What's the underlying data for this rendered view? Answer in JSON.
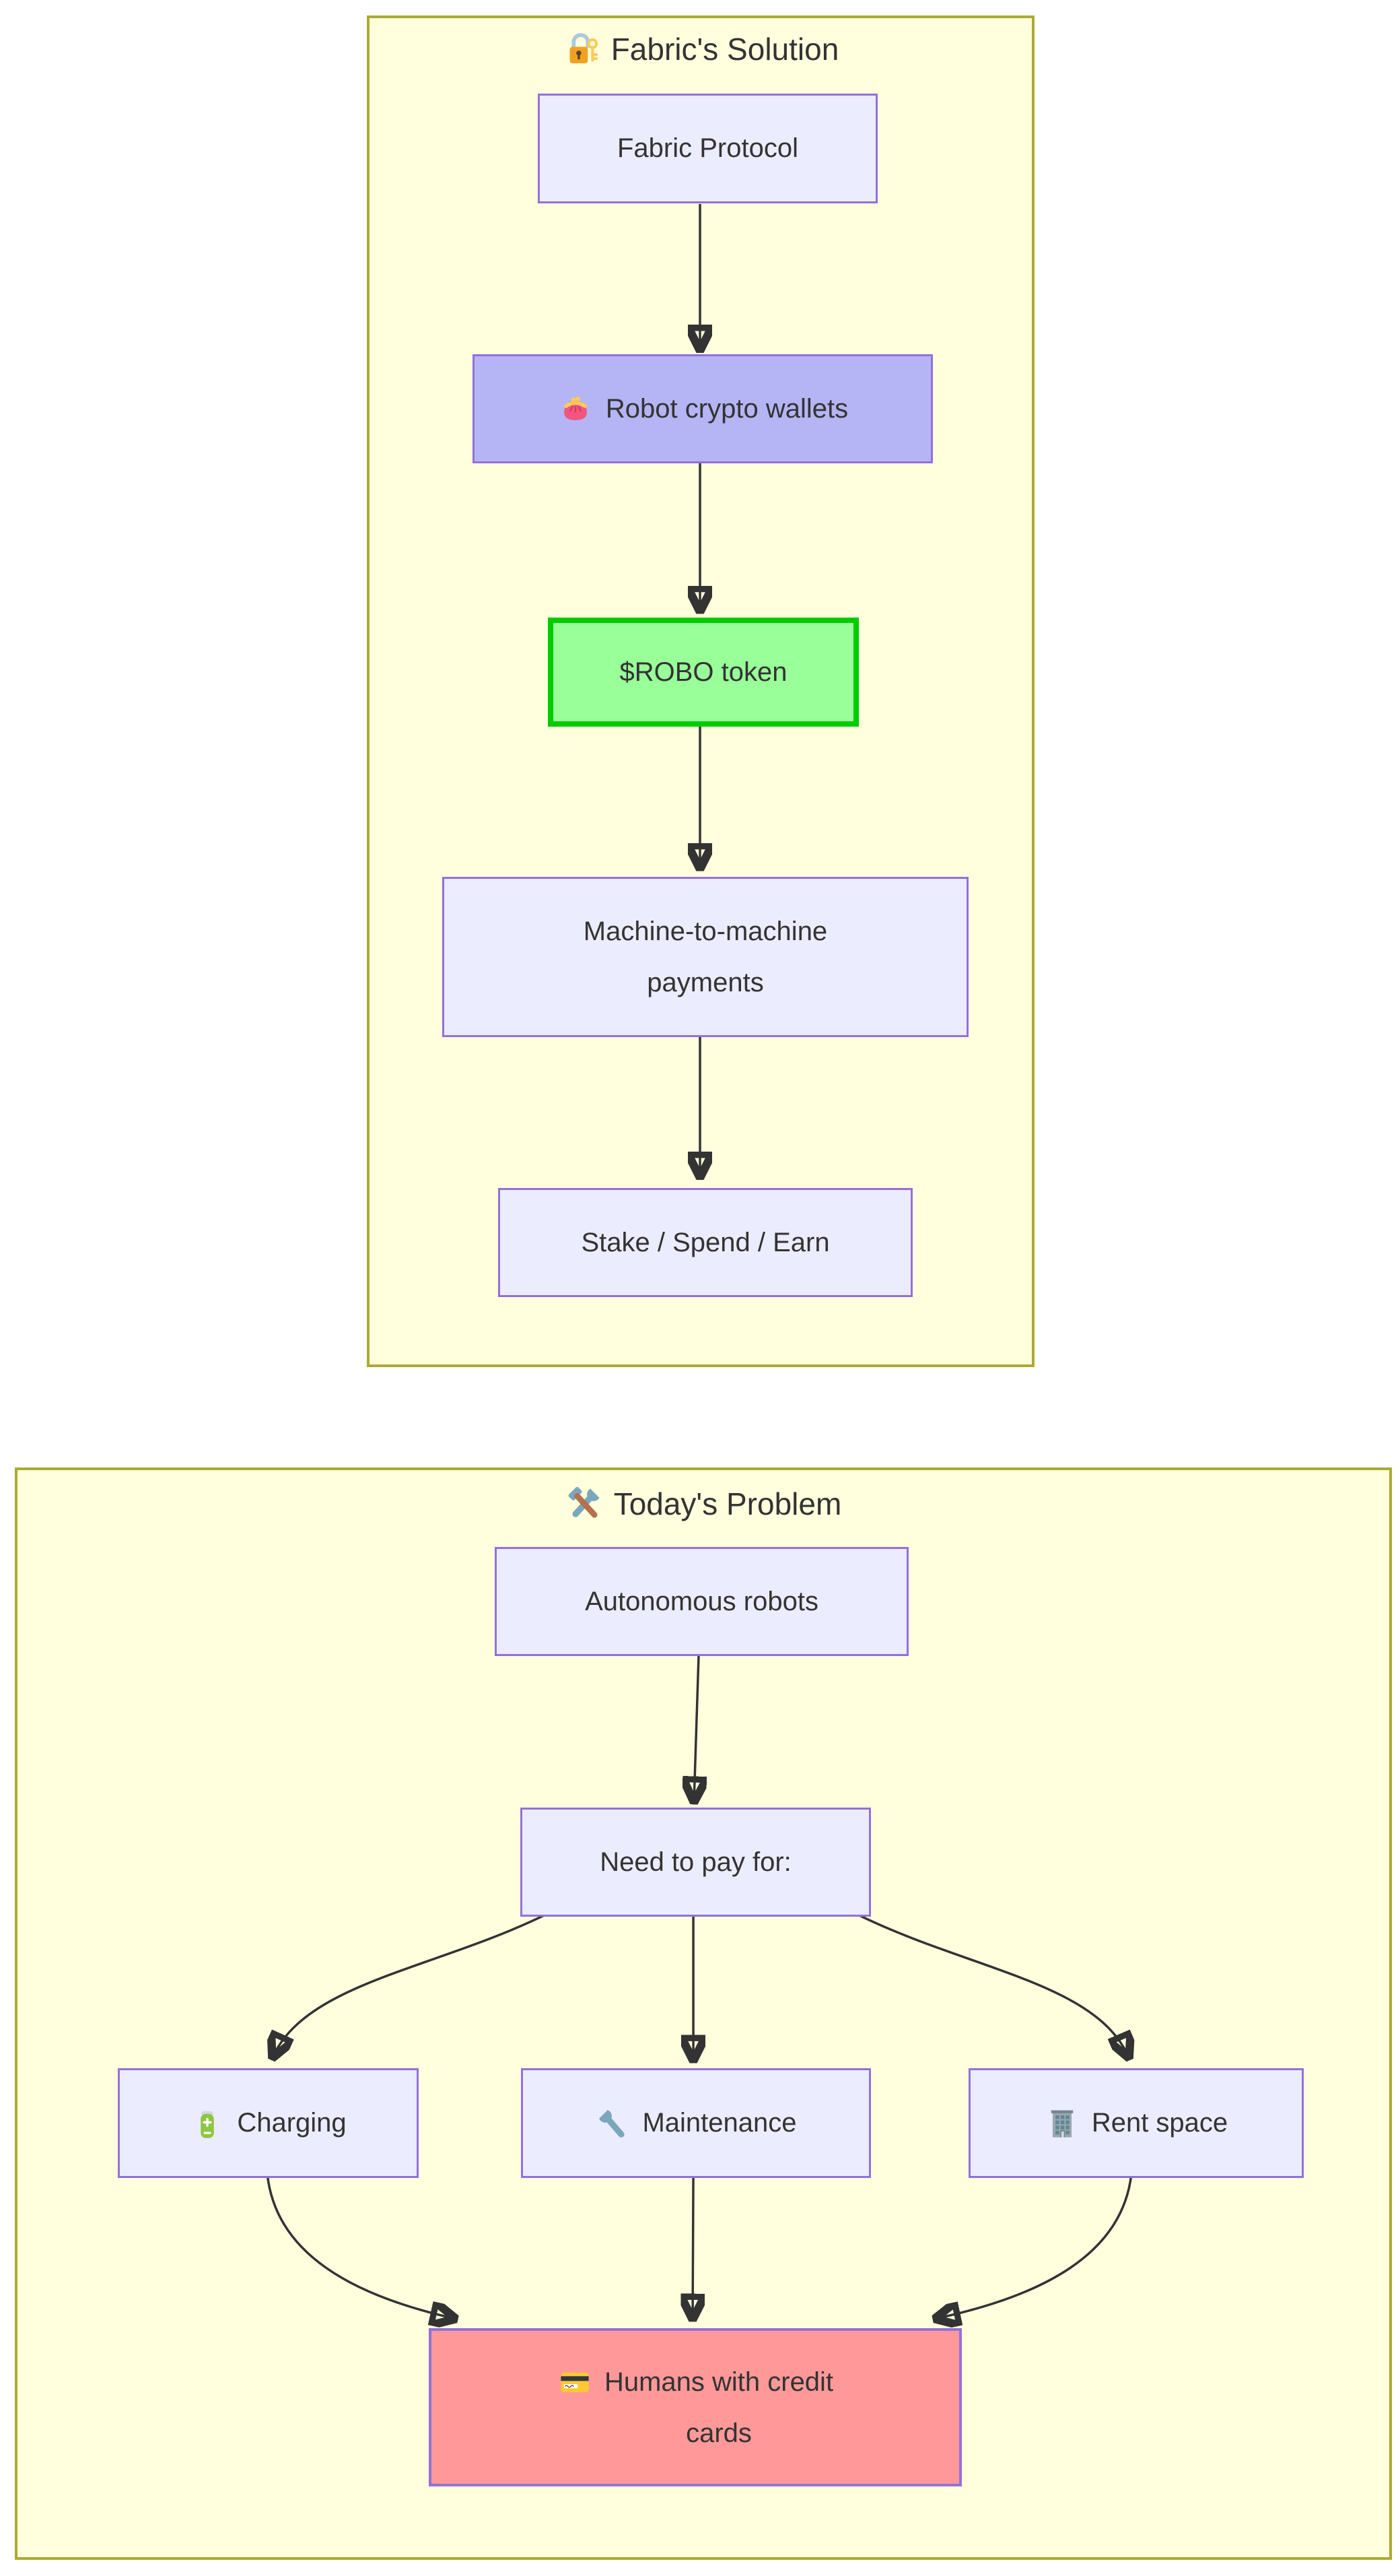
{
  "diagram": {
    "type": "flowchart",
    "background": "#ffffff",
    "edge_color": "#333333",
    "cluster_fill": "#ffffde",
    "cluster_border": "#aaaa33",
    "default_node_fill": "#ECECFF",
    "default_node_border": "#9370DB"
  },
  "solution": {
    "title": {
      "emoji": "🔐",
      "emoji_name": "locked-with-key",
      "text": "Fabric's Solution"
    },
    "nodes": {
      "fabric_protocol": {
        "label": "Fabric Protocol",
        "fill": "#ECECFF",
        "border": "#9370DB"
      },
      "robot_wallets": {
        "emoji": "👛",
        "emoji_name": "purse",
        "label": "Robot crypto wallets",
        "fill": "#b5b5f5",
        "border": "#9370DB"
      },
      "robo_token": {
        "label": "$ROBO token",
        "fill": "#99ff99",
        "border": "#00cc00"
      },
      "m2m_payments": {
        "lines": [
          "Machine-to-machine",
          "payments"
        ],
        "fill": "#ECECFF",
        "border": "#9370DB"
      },
      "stake_spend_earn": {
        "label": "Stake / Spend / Earn",
        "fill": "#ECECFF",
        "border": "#9370DB"
      }
    },
    "edges": [
      "Fabric Protocol -> Robot crypto wallets",
      "Robot crypto wallets -> $ROBO token",
      "$ROBO token -> Machine-to-machine payments",
      "Machine-to-machine payments -> Stake / Spend / Earn"
    ]
  },
  "problem": {
    "title": {
      "emoji": "🛠️",
      "emoji_name": "hammer-and-wrench",
      "text": "Today's Problem"
    },
    "nodes": {
      "autonomous_robots": {
        "label": "Autonomous robots",
        "fill": "#ECECFF",
        "border": "#9370DB"
      },
      "need_to_pay": {
        "label": "Need to pay for:",
        "fill": "#ECECFF",
        "border": "#9370DB"
      },
      "charging": {
        "emoji": "🔋",
        "emoji_name": "battery",
        "label": "Charging",
        "fill": "#ECECFF",
        "border": "#9370DB"
      },
      "maintenance": {
        "emoji": "🔧",
        "emoji_name": "wrench",
        "label": "Maintenance",
        "fill": "#ECECFF",
        "border": "#9370DB"
      },
      "rent_space": {
        "emoji": "🏢",
        "emoji_name": "office-building",
        "label": "Rent space",
        "fill": "#ECECFF",
        "border": "#9370DB"
      },
      "humans_credit_cards": {
        "emoji": "💳",
        "emoji_name": "credit-card",
        "lines": [
          "Humans with credit",
          "cards"
        ],
        "fill": "#ff9999",
        "border": "#9370DB"
      }
    },
    "edges": [
      "Autonomous robots -> Need to pay for:",
      "Need to pay for: -> Charging",
      "Need to pay for: -> Maintenance",
      "Need to pay for: -> Rent space",
      "Charging -> Humans with credit cards",
      "Maintenance -> Humans with credit cards",
      "Rent space -> Humans with credit cards"
    ]
  }
}
